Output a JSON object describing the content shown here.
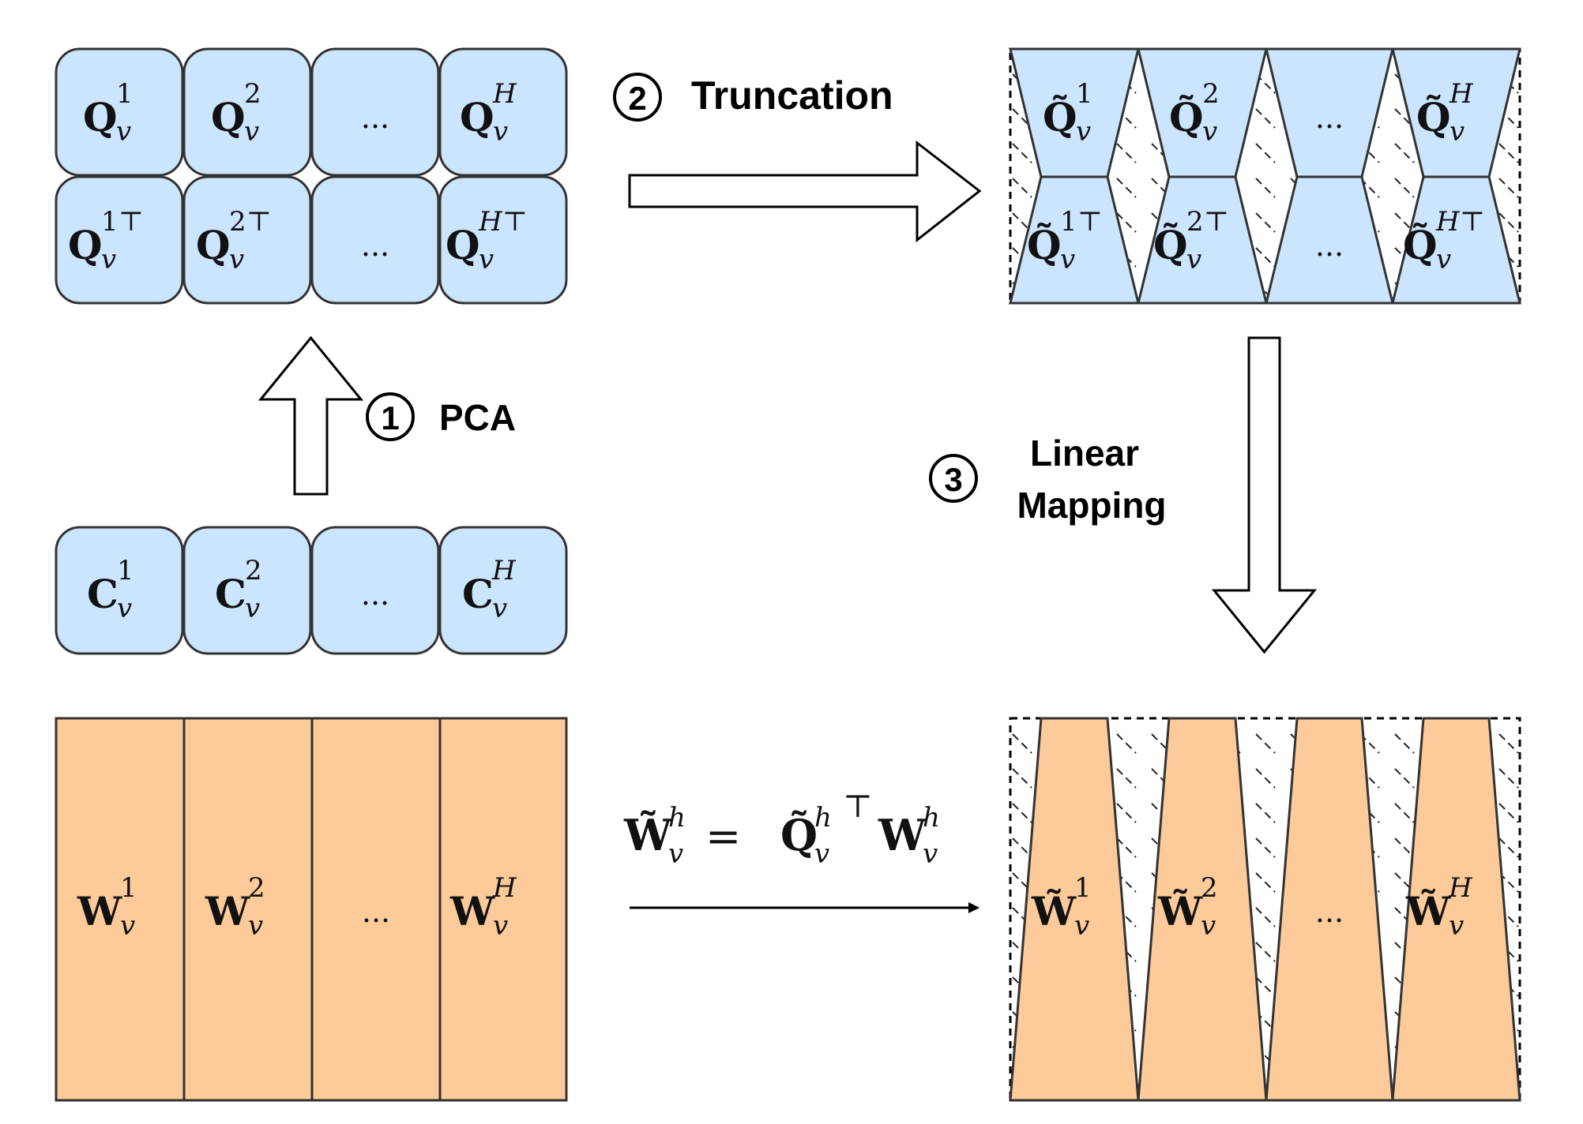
{
  "steps": {
    "pca": {
      "number": "1",
      "label": "PCA"
    },
    "truncation": {
      "number": "2",
      "label": "Truncation"
    },
    "linear_mapping": {
      "number": "3",
      "label_line1": "Linear",
      "label_line2": "Mapping"
    }
  },
  "colors": {
    "blue_fill": "#cce5ff",
    "orange_fill": "#fdca99",
    "stroke": "#333333"
  },
  "matrices": {
    "C": {
      "base": "C",
      "sub": "v",
      "sups": [
        "1",
        "2",
        "",
        "H"
      ],
      "ellipsis": "..."
    },
    "Q": {
      "base": "Q",
      "sub": "v",
      "sups": [
        "1",
        "2",
        "",
        "H"
      ],
      "ellipsis": "..."
    },
    "QT": {
      "base": "Q",
      "sub": "v",
      "sups": [
        "1",
        "2",
        "",
        "H"
      ],
      "transpose": "⊤",
      "ellipsis": "..."
    },
    "W": {
      "base": "W",
      "sub": "v",
      "sups": [
        "1",
        "2",
        "",
        "H"
      ],
      "ellipsis": "..."
    },
    "Qt": {
      "base": "Q̃",
      "sub": "v",
      "sups": [
        "1",
        "2",
        "",
        "H"
      ],
      "ellipsis": "..."
    },
    "QtT": {
      "base": "Q̃",
      "sub": "v",
      "sups": [
        "1",
        "2",
        "",
        "H"
      ],
      "transpose": "⊤",
      "ellipsis": "..."
    },
    "Wt": {
      "base": "W̃",
      "sub": "v",
      "sups": [
        "1",
        "2",
        "",
        "H"
      ],
      "ellipsis": "..."
    }
  },
  "equation": {
    "lhs_base": "W̃",
    "lhs_sup": "h",
    "lhs_sub": "v",
    "equals": "=",
    "q_base": "Q̃",
    "q_sup": "h",
    "q_sub": "v",
    "transpose": "⊤",
    "w_base": "W",
    "w_sup": "h",
    "w_sub": "v"
  }
}
